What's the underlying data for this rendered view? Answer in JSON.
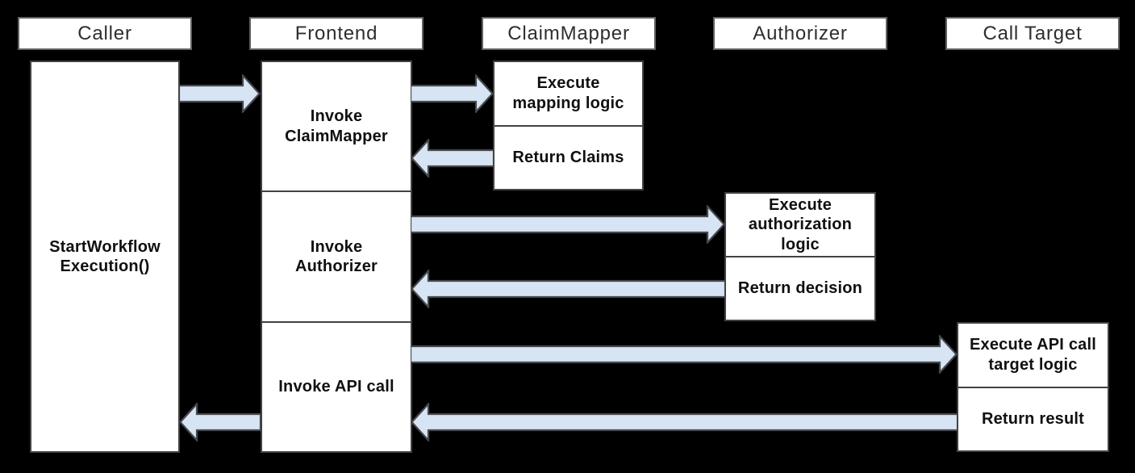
{
  "diagram_type": "sequence-diagram",
  "colors": {
    "background": "#000000",
    "box_fill": "#ffffff",
    "header_border": "#616161",
    "box_border": "#424242",
    "arrow_fill": "#d7e4f4",
    "arrow_stroke": "#45484d",
    "header_text": "#2e2e2e",
    "step_text": "#101010"
  },
  "actors": [
    {
      "label": "Caller"
    },
    {
      "label": "Frontend"
    },
    {
      "label": "ClaimMapper"
    },
    {
      "label": "Authorizer"
    },
    {
      "label": "Call Target"
    }
  ],
  "steps": {
    "caller_activation": "StartWorkflow\nExecution()",
    "frontend": [
      {
        "label": "Invoke\nClaimMapper"
      },
      {
        "label": "Invoke\nAuthorizer"
      },
      {
        "label": "Invoke API call"
      }
    ],
    "claimmapper": [
      {
        "label": "Execute\nmapping logic"
      },
      {
        "label": "Return Claims"
      }
    ],
    "authorizer": [
      {
        "label": "Execute\nauthorization\nlogic"
      },
      {
        "label": "Return decision"
      }
    ],
    "calltarget": [
      {
        "label": "Execute API call\ntarget logic"
      },
      {
        "label": "Return result"
      }
    ]
  },
  "arrows": [
    {
      "name": "caller-to-frontend",
      "direction": "right"
    },
    {
      "name": "frontend-to-claimmapper",
      "direction": "right"
    },
    {
      "name": "claimmapper-return-to-frontend",
      "direction": "left"
    },
    {
      "name": "frontend-to-authorizer",
      "direction": "right"
    },
    {
      "name": "authorizer-return-to-frontend",
      "direction": "left"
    },
    {
      "name": "frontend-to-calltarget",
      "direction": "right"
    },
    {
      "name": "calltarget-return-to-frontend",
      "direction": "left"
    },
    {
      "name": "frontend-return-to-caller",
      "direction": "left"
    }
  ]
}
